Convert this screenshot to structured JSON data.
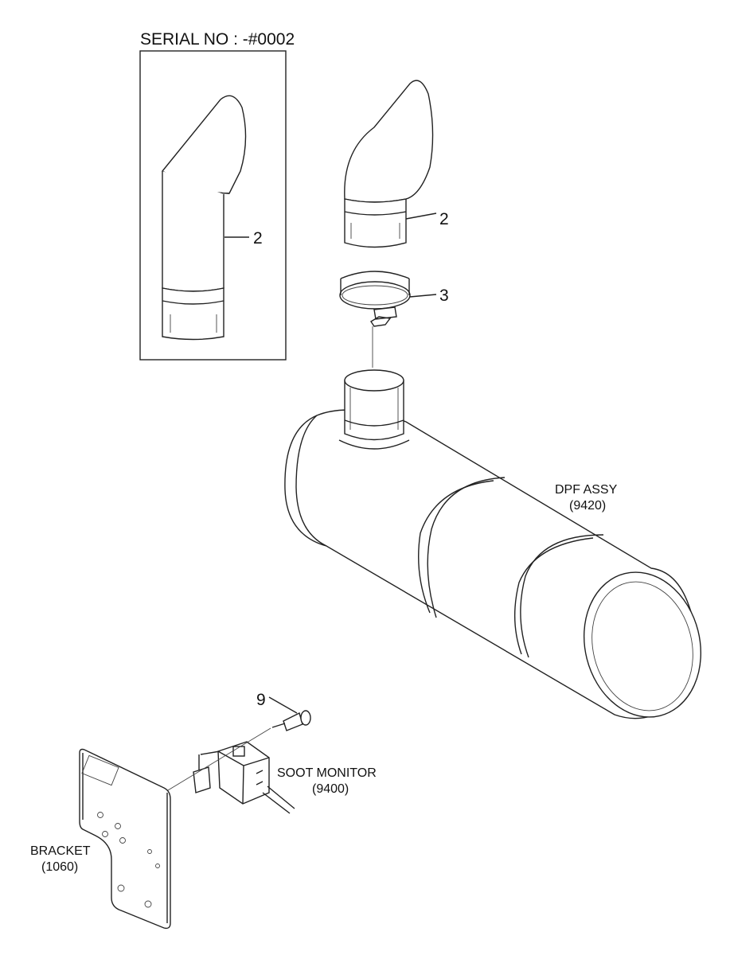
{
  "serial_label": "SERIAL NO : -#0002",
  "callouts": {
    "boxed_pipe": "2",
    "pipe": "2",
    "clamp": "3",
    "bolt": "9"
  },
  "labels": {
    "dpf_name": "DPF ASSY",
    "dpf_code": "(9420)",
    "soot_name": "SOOT MONITOR",
    "soot_code": "(9400)",
    "bracket_name": "BRACKET",
    "bracket_code": "(1060)"
  }
}
